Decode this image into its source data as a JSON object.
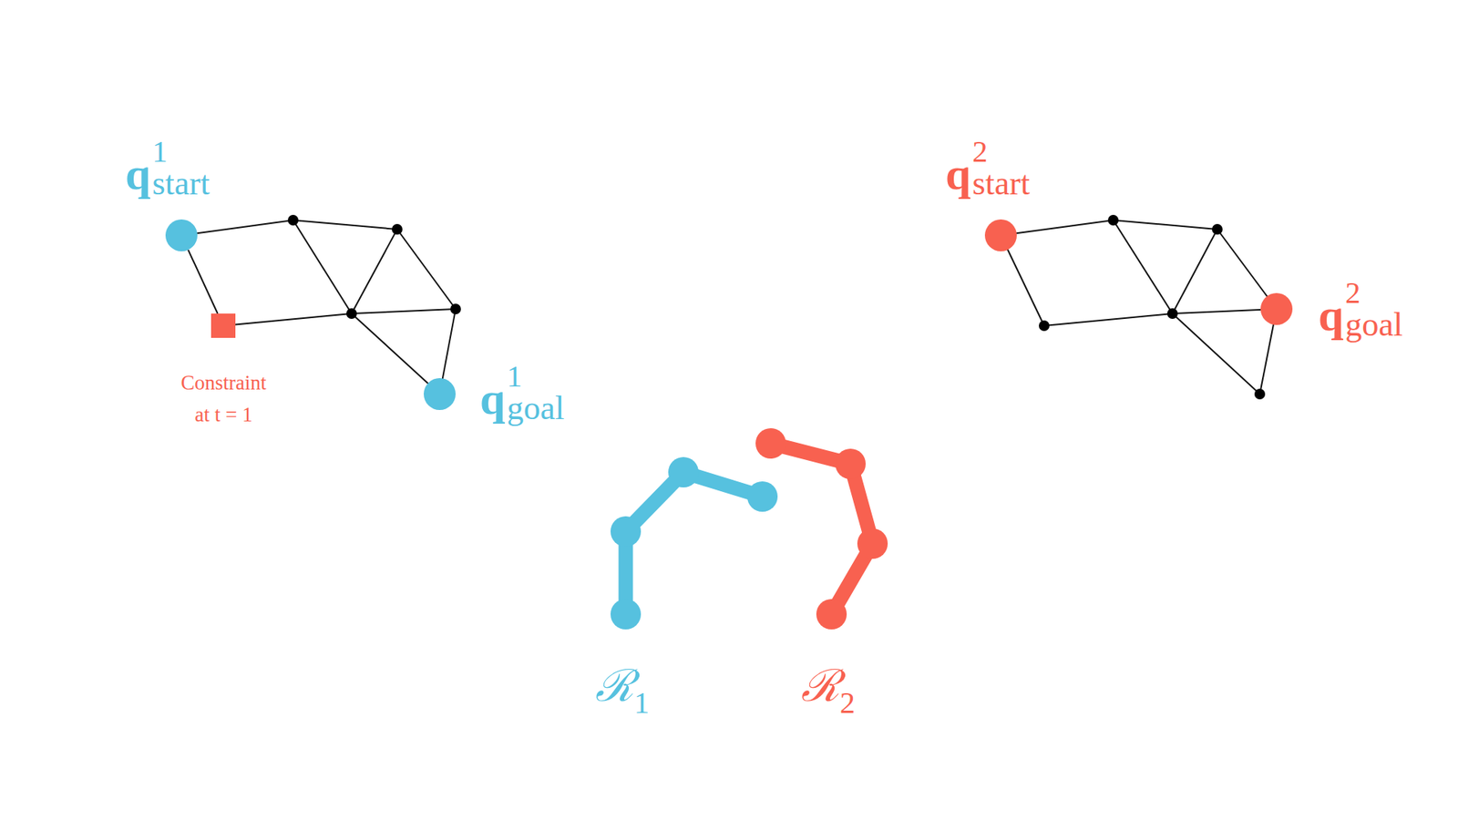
{
  "diagram": {
    "nodes": [
      {
        "text": [
          "q",
          "1",
          "start"
        ]
      },
      {
        "text": [
          "Constraint at t = 1"
        ]
      },
      {
        "text": [
          "q",
          "1",
          "goal"
        ]
      },
      {
        "text": [
          "q",
          "2",
          "start"
        ]
      },
      {
        "text": [
          "q",
          "2",
          "goal"
        ]
      }
    ],
    "edges": [
      {
        "from": 0,
        "to": 1,
        "arrow": "none"
      }
    ],
    "labels": [
      "ℛ",
      "1",
      "ℛ",
      "2"
    ]
  }
}
